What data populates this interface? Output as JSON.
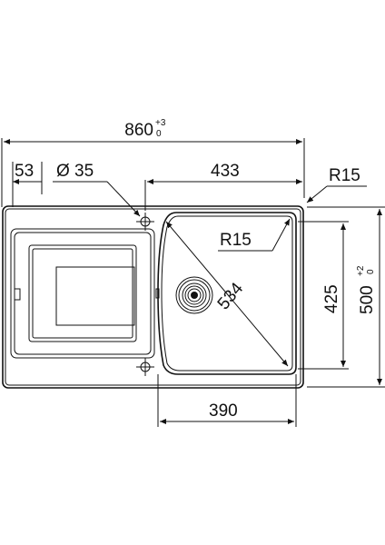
{
  "drawing": {
    "width_total": {
      "value": "860",
      "tol_plus": "+3",
      "tol_minus": "0"
    },
    "offset_left": "53",
    "tap_hole": "Ø 35",
    "bowl_width_top": "433",
    "corner_radius_outer": "R15",
    "corner_radius_bowl": "R15",
    "bowl_diagonal": "534",
    "bowl_depth": "425",
    "depth_total": {
      "value": "500",
      "tol_plus": "+2",
      "tol_minus": "0"
    },
    "bowl_width_bottom": "390"
  },
  "icons": {
    "drain": "strainer-waste-icon",
    "tap_top": "tap-hole-crosshair-icon",
    "tap_bottom": "tap-hole-crosshair-icon",
    "overflow": "overflow-slot-icon"
  }
}
